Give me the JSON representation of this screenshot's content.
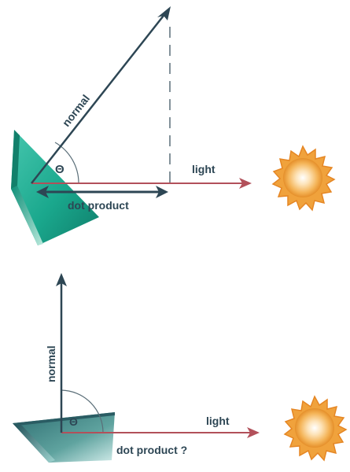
{
  "colors": {
    "axis": "#2d4654",
    "light_ray": "#b2505a",
    "surface_top_light": "#46c6ae",
    "surface_top_dark": "#119078",
    "surface_bottom_light": "#5f9d9a",
    "surface_bottom_dark": "#22545a",
    "sun_outer": "#f0a23c",
    "sun_inner": "#ffffff",
    "dashed": "#5a6e78"
  },
  "icons": [
    "sun-icon"
  ],
  "top": {
    "normal_label": "normal",
    "theta_label": "Θ",
    "light_label": "light",
    "dot_label": "dot product"
  },
  "bottom": {
    "normal_label": "normal",
    "theta_label": "Θ",
    "light_label": "light",
    "dot_label": "dot product ?"
  }
}
